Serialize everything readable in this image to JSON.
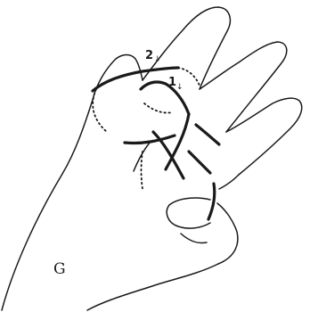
{
  "labels": {
    "step_one": "1",
    "step_two": "2",
    "corner_letter": "G"
  },
  "glyphs": {
    "step_arrow": "↓"
  },
  "icons": [
    "hand-outline-icon",
    "string-loop-icon"
  ],
  "colors": {
    "ink": "#1a1a1a",
    "paper": "#ffffff"
  }
}
